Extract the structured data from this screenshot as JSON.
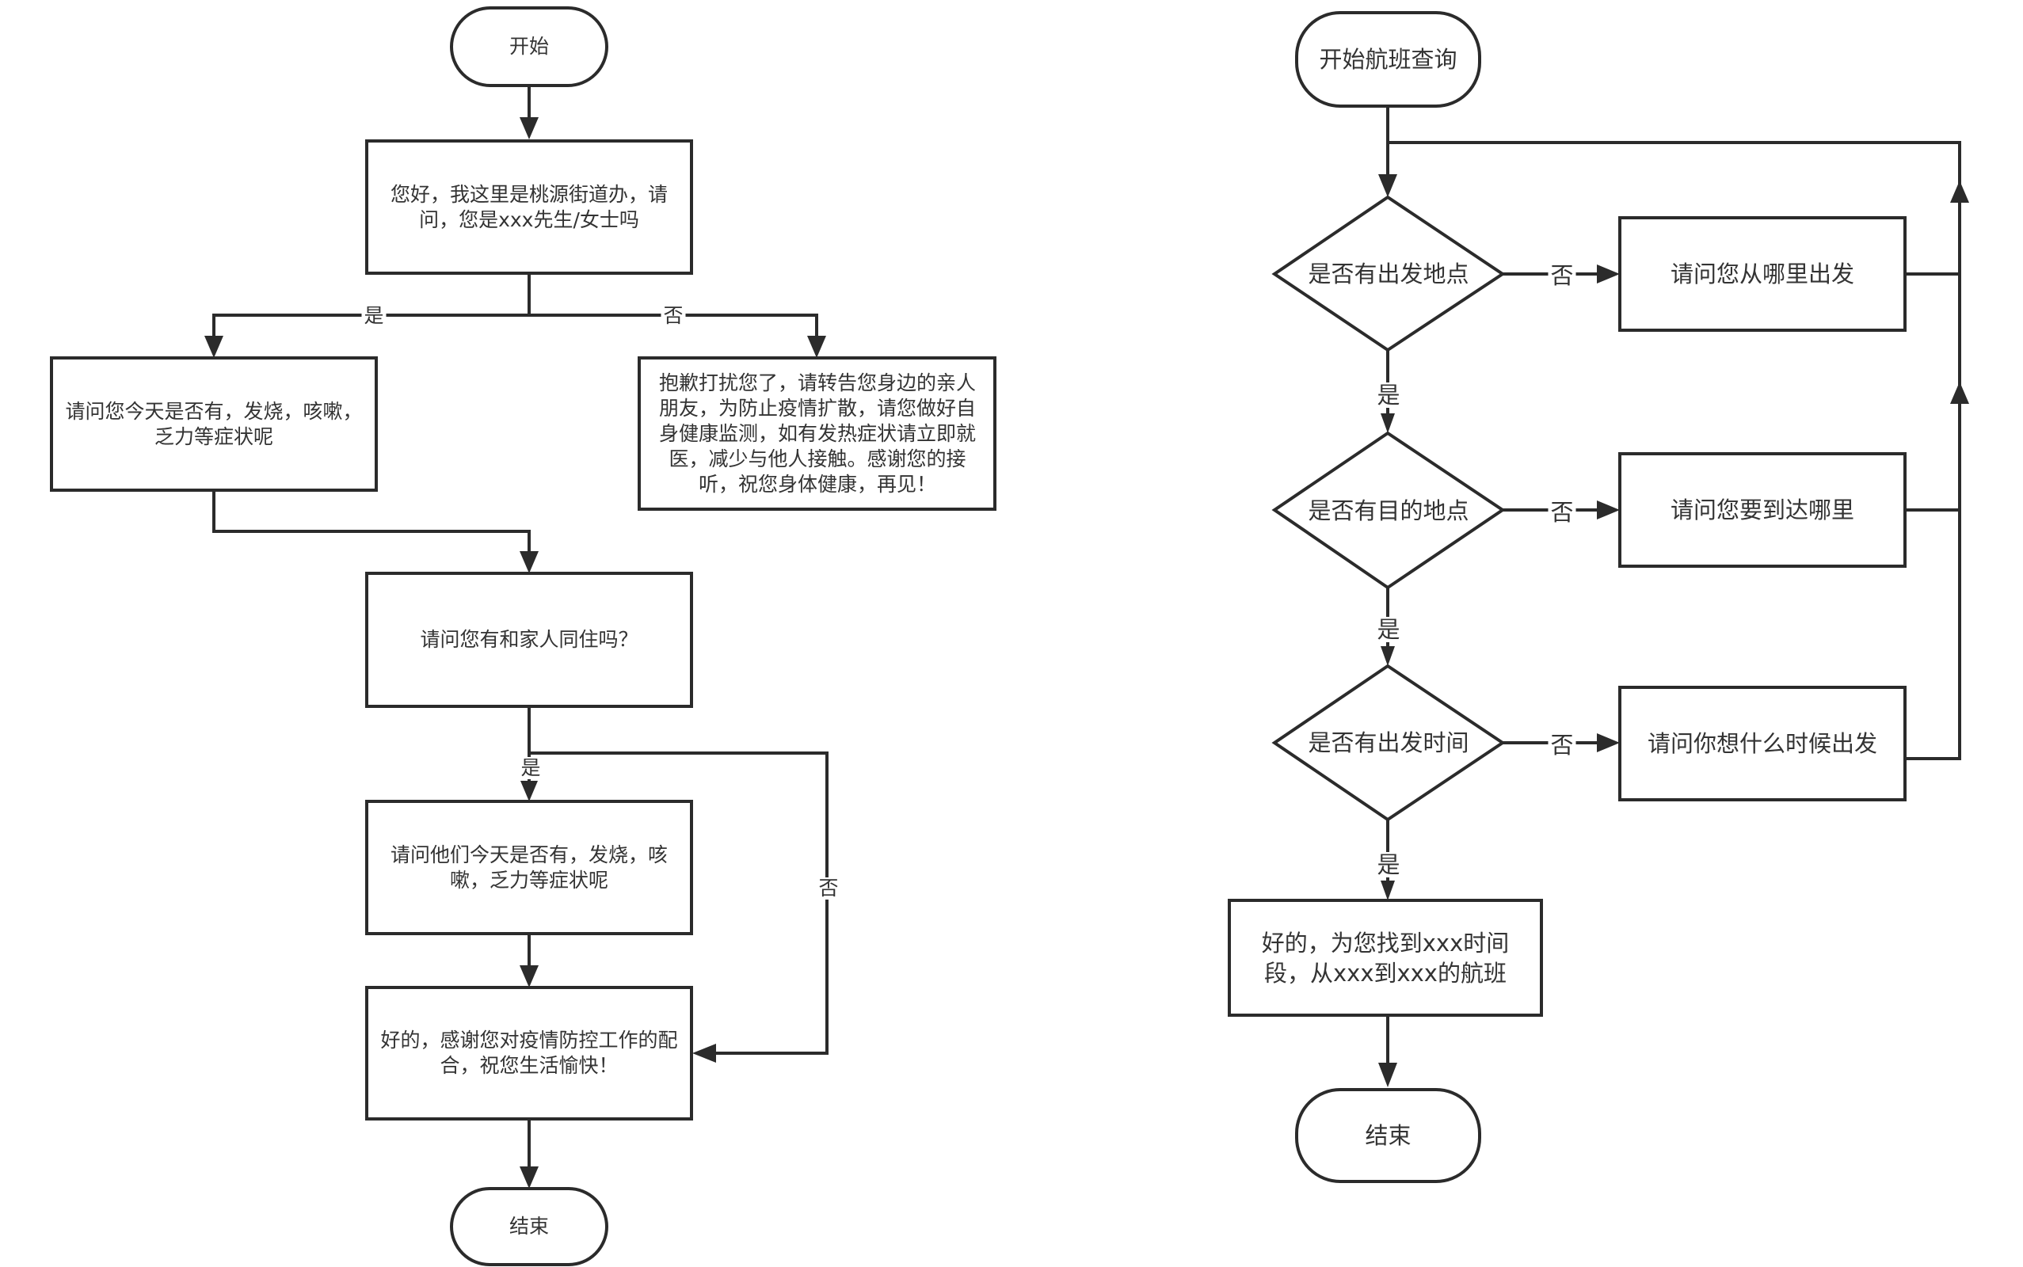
{
  "left_flow": {
    "start": "开始",
    "greeting": "您好，我这里是桃源街道办，请问，您是xxx先生/女士吗",
    "ask_symptoms": "请问您今天是否有，发烧，咳嗽，乏力等症状呢",
    "wrong_person": "抱歉打扰您了，请转告您身边的亲人朋友，为防止疫情扩散，请您做好自身健康监测，如有发热症状请立即就医，减少与他人接触。感谢您的接听，祝您身体健康，再见！",
    "ask_family": "请问您有和家人同住吗？",
    "ask_family_symptoms": "请问他们今天是否有，发烧，咳嗽，乏力等症状呢",
    "thanks": "好的，感谢您对疫情防控工作的配合，祝您生活愉快！",
    "end": "结束",
    "edge_yes_1": "是",
    "edge_no_1": "否",
    "edge_yes_2": "是",
    "edge_no_2": "否"
  },
  "right_flow": {
    "start": "开始航班查询",
    "decision_origin": "是否有出发地点",
    "ask_origin": "请问您从哪里出发",
    "decision_destination": "是否有目的地点",
    "ask_destination": "请问您要到达哪里",
    "decision_time": "是否有出发时间",
    "ask_time": "请问你想什么时候出发",
    "result": "好的，为您找到xxx时间段，从xxx到xxx的航班",
    "end": "结束",
    "edge_no_1": "否",
    "edge_yes_1": "是",
    "edge_no_2": "否",
    "edge_yes_2": "是",
    "edge_no_3": "否",
    "edge_yes_3": "是"
  }
}
